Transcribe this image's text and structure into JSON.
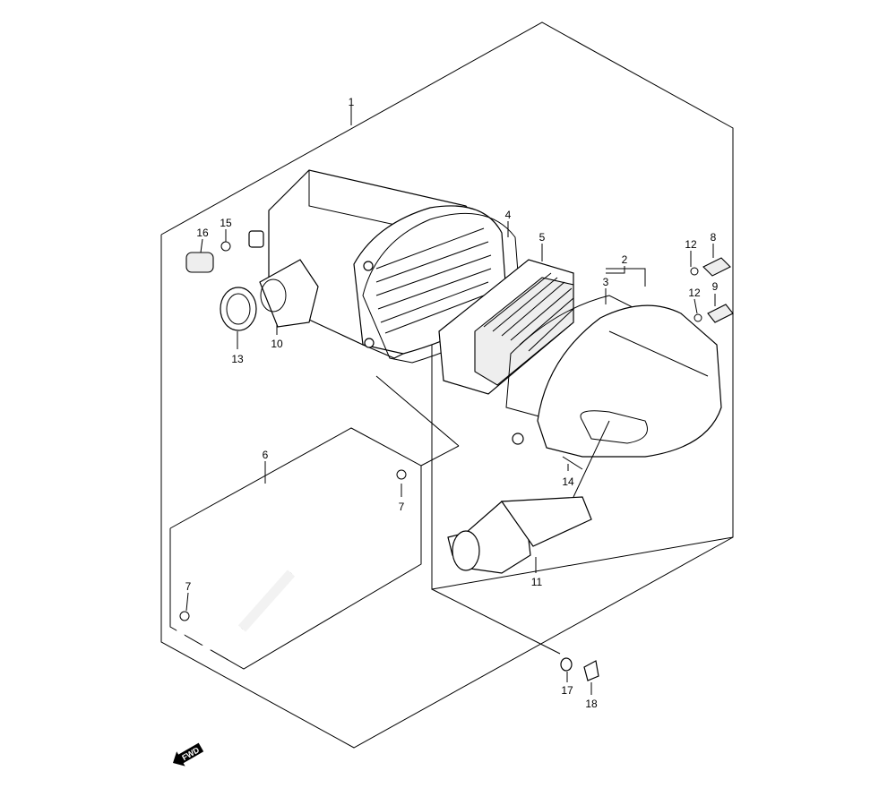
{
  "diagram": {
    "type": "exploded parts diagram",
    "direction_marker": "FWD",
    "callouts": {
      "c1": "1",
      "c2": "2",
      "c3": "3",
      "c4": "4",
      "c5": "5",
      "c6": "6",
      "c7a": "7",
      "c7b": "7",
      "c8": "8",
      "c9": "9",
      "c10": "10",
      "c11": "11",
      "c12a": "12",
      "c12b": "12",
      "c13": "13",
      "c14": "14",
      "c15": "15",
      "c16": "16",
      "c17": "17",
      "c18": "18"
    }
  }
}
